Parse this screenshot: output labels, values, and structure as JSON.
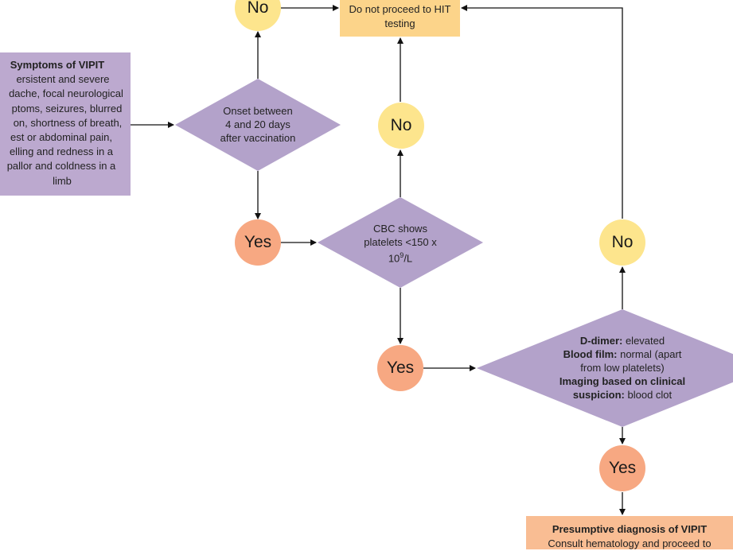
{
  "colors": {
    "decision": "#b3a2ca",
    "no_circle": "#fde58d",
    "yes_circle": "#f7a882",
    "hit_box": "#fcd48a",
    "diagnosis_box": "#f9bd93",
    "symptoms_box": "#bca9cf",
    "arrow": "#111111"
  },
  "symptoms": {
    "title": "Symptoms of VIPIT",
    "lines": [
      "ersistent and severe",
      "dache, focal neurological",
      "ptoms, seizures, blurred",
      "on, shortness of breath,",
      "est or abdominal pain,",
      "elling and redness in a",
      "pallor and coldness in a",
      "limb"
    ]
  },
  "decisions": {
    "onset": {
      "lines": [
        "Onset between",
        "4 and 20 days",
        "after vaccination"
      ]
    },
    "cbc": {
      "line1": "CBC shows",
      "line2": "platelets <150 x",
      "line3_base": "10",
      "line3_sup": "9",
      "line3_unit": "/L"
    },
    "ddimer": {
      "ddimer_label": "D-dimer:",
      "ddimer_value": " elevated",
      "film_label": "Blood film:",
      "film_value": " normal (apart",
      "film_cont": "from low platelets)",
      "imaging_label": "Imaging based on clinical",
      "suspicion_label": "suspicion:",
      "suspicion_value": " blood clot"
    }
  },
  "circles": {
    "no_top": "No",
    "no_cbc": "No",
    "no_right": "No",
    "yes_onset": "Yes",
    "yes_cbc": "Yes",
    "yes_ddimer": "Yes"
  },
  "hit_box": {
    "lines": [
      "Do not proceed to HIT",
      "testing"
    ]
  },
  "diagnosis_box": {
    "title": "Presumptive diagnosis of VIPIT",
    "subtitle": "Consult hematology and proceed to"
  }
}
